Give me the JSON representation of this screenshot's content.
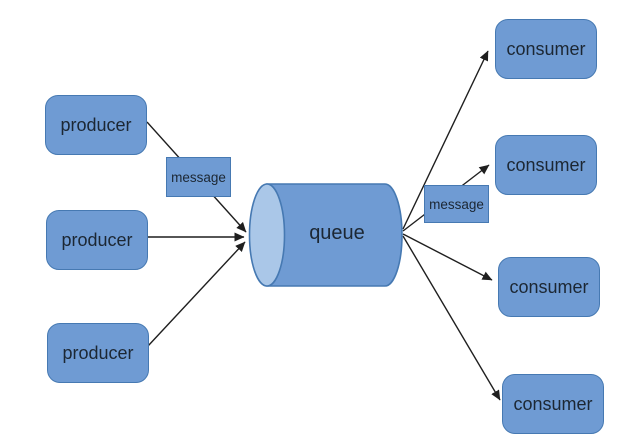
{
  "diagram": {
    "queue": {
      "label": "queue"
    },
    "producers": [
      {
        "label": "producer"
      },
      {
        "label": "producer"
      },
      {
        "label": "producer"
      }
    ],
    "consumers": [
      {
        "label": "consumer"
      },
      {
        "label": "consumer"
      },
      {
        "label": "consumer"
      },
      {
        "label": "consumer"
      }
    ],
    "messages": [
      {
        "label": "message"
      },
      {
        "label": "message"
      }
    ],
    "colors": {
      "node_fill": "#6f9bd3",
      "node_border": "#4679b2",
      "cylinder_fill": "#6f9bd3",
      "ellipse_fill": "#aac7e8",
      "text_color": "#1c2733",
      "arrow_color": "#1f1f1f",
      "background": "#ffffff"
    }
  }
}
